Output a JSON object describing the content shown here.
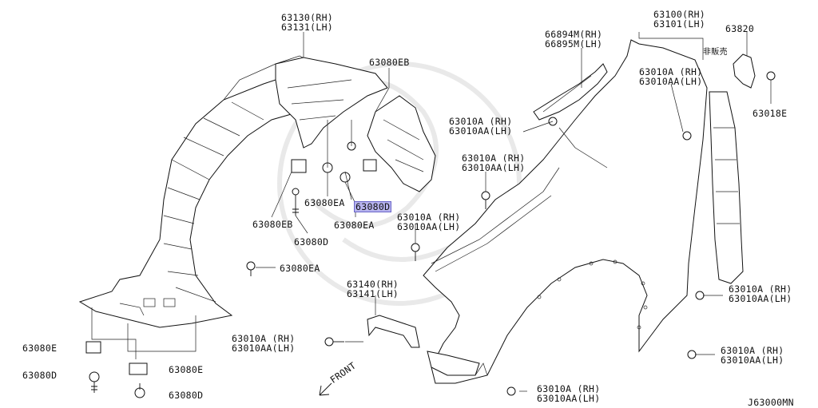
{
  "diagram_code": "J63000MN",
  "front_label": "FRONT",
  "not_sold_label": "非販売",
  "labels": {
    "p63130": "63130(RH)",
    "p63131": "63131(LH)",
    "p63080eb_top": "63080EB",
    "p66894m": "66894M(RH)",
    "p66895m": "66895M(LH)",
    "p63100": "63100(RH)",
    "p63101": "63101(LH)",
    "p63820": "63820",
    "p63010a_rh_1": "63010A (RH)",
    "p63010aa_lh_1": "63010AA(LH)",
    "p63018e": "63018E",
    "p63010a_rh_2": "63010A (RH)",
    "p63010aa_lh_2": "63010AA(LH)",
    "p63010a_rh_3": "63010A (RH)",
    "p63010aa_lh_3": "63010AA(LH)",
    "p63080ea_1": "63080EA",
    "p63080d_hl": "63080D",
    "p63080eb_2": "63080EB",
    "p63080ea_2": "63080EA",
    "p63010a_rh_4": "63010A (RH)",
    "p63010aa_lh_4": "63010AA(LH)",
    "p63080d_2": "63080D",
    "p63080ea_3": "63080EA",
    "p63140": "63140(RH)",
    "p63141": "63141(LH)",
    "p63010a_rh_5": "63010A (RH)",
    "p63010aa_lh_5": "63010AA(LH)",
    "p63010a_rh_6": "63010A (RH)",
    "p63010aa_lh_6": "63010AA(LH)",
    "p63080e_1": "63080E",
    "p63080d_3": "63080D",
    "p63080e_2": "63080E",
    "p63080d_4": "63080D",
    "p63010a_rh_7": "63010A (RH)",
    "p63010aa_lh_7": "63010AA(LH)",
    "p63010a_rh_8": "63010A (RH)",
    "p63010aa_lh_8": "63010AA(LH)"
  },
  "colors": {
    "highlight": "#b7b4ee",
    "line": "#111111",
    "watermark": "#e9e9e9"
  }
}
